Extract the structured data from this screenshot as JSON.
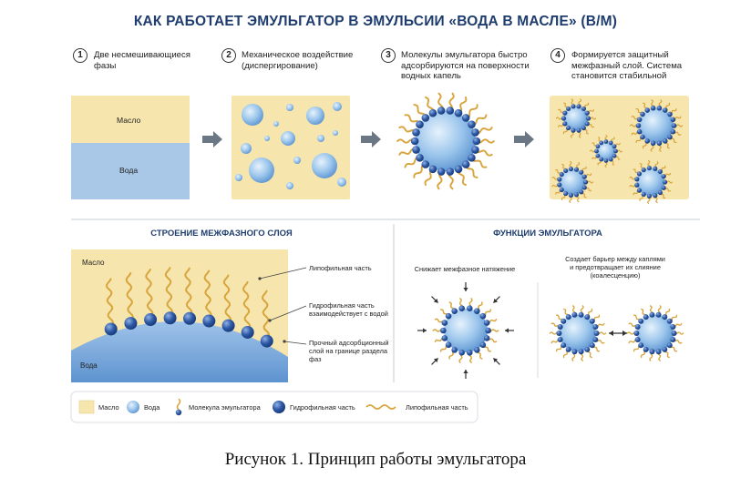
{
  "title": "КАК РАБОТАЕТ ЭМУЛЬГАТОР В ЭМУЛЬСИИ «ВОДА В МАСЛЕ» (В/М)",
  "steps": [
    {
      "num": "1",
      "text_lines": [
        "Две несмешивающиеся",
        "фазы"
      ]
    },
    {
      "num": "2",
      "text_lines": [
        "Механическое воздействие",
        "(диспергирование)"
      ]
    },
    {
      "num": "3",
      "text_lines": [
        "Молекулы эмульгатора быстро",
        "адсорбируются на поверхности",
        "водных капель"
      ]
    },
    {
      "num": "4",
      "text_lines": [
        "Формируется защитный",
        "межфазный слой. Система",
        "становится стабильной"
      ]
    }
  ],
  "phase_labels": {
    "oil": "Масло",
    "water": "Вода"
  },
  "interface": {
    "title": "СТРОЕНИЕ МЕЖФАЗНОГО СЛОЯ",
    "oil_label": "Масло",
    "water_label": "Вода",
    "callouts": {
      "lipophilic": [
        "Липофильная часть"
      ],
      "hydrophilic": [
        "Гидрофильная часть",
        "взаимодействует с водой"
      ],
      "adsorption": [
        "Прочный адсорбционный",
        "слой на границе раздела",
        "фаз"
      ]
    }
  },
  "functions": {
    "title": "ФУНКЦИИ ЭМУЛЬГАТОРА",
    "f1": [
      "Снижает межфазное натяжение"
    ],
    "f2": [
      "Создает барьер между каплями",
      "и предотвращает их слияние",
      "(коалесценцию)"
    ]
  },
  "legend": {
    "oil": "Масло",
    "water": "Вода",
    "molecule": "Молекула эмульгатора",
    "hydrophilic": "Гидрофильная часть",
    "lipophilic": "Липофильная часть"
  },
  "caption": "Рисунок 1. Принцип работы эмульгатора",
  "colors": {
    "oil": "#f6e5ad",
    "water": "#a9c8e8",
    "droplet": "#8dbde8",
    "head": "#2f5aa6",
    "tail": "#d8a53d",
    "arrow": "#6b7785",
    "title": "#1e3d6e"
  }
}
